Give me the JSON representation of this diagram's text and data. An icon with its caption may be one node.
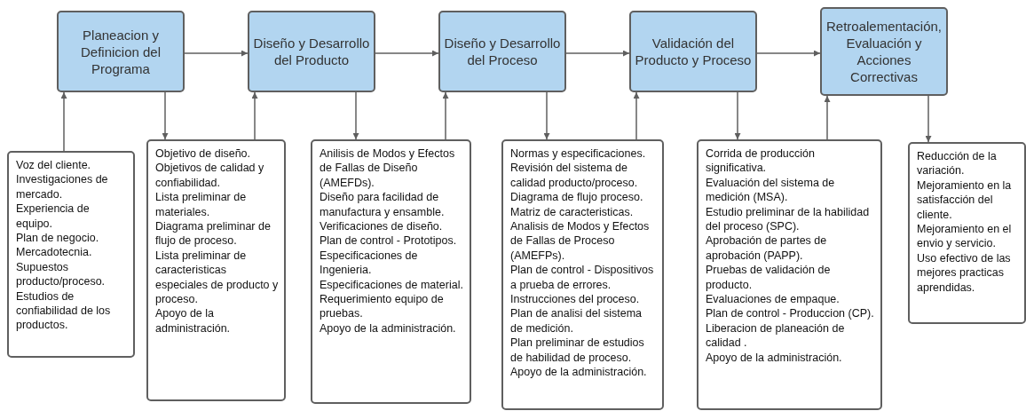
{
  "diagram": {
    "nodes": [
      {
        "text": [
          "Planeacion y Definicion del Programa"
        ]
      },
      {
        "text": [
          "Diseño y Desarrollo del Producto"
        ]
      },
      {
        "text": [
          "Diseño y Desarrollo del Proceso"
        ]
      },
      {
        "text": [
          "Validación del Producto y Proceso"
        ]
      },
      {
        "text": [
          "Retroalementación, Evaluación y Acciones Correctivas"
        ]
      },
      {
        "text": [
          "Voz del cliente.",
          "Investigaciones de mercado.",
          "Experiencia de equipo.",
          "Plan de negocio.",
          "Mercadotecnia.",
          "Supuestos producto/proceso.",
          "Estudios de confiabilidad de los productos."
        ]
      },
      {
        "text": [
          "Objetivo de diseño.",
          "Objetivos de calidad y confiabilidad.",
          "Lista preliminar de materiales.",
          "Diagrama preliminar de flujo de proceso.",
          "Lista preliminar de caracteristicas especiales de producto y proceso.",
          "Apoyo de la administración."
        ]
      },
      {
        "text": [
          "Anilisis de Modos y Efectos de Fallas de Diseño (AMEFDs).",
          "Diseño para facilidad de manufactura y ensamble.",
          "Verificaciones de diseño.",
          "Plan de control - Prototipos.",
          "Especificaciones de Ingenieria.",
          "Especificaciones de material.",
          "Requerimiento equipo de pruebas.",
          "Apoyo de la administración."
        ]
      },
      {
        "text": [
          "Normas y especificaciones.",
          "Revisión del sistema de calidad producto/proceso.",
          "Diagrama de flujo proceso.",
          "Matriz de caracteristicas.",
          "Analisis de Modos y Efectos de Fallas de Proceso (AMEFPs).",
          "Plan de control - Dispositivos a prueba de errores.",
          "Instrucciones del proceso.",
          "Plan de analisi del sistema de medición.",
          "Plan preliminar de estudios de habilidad de proceso.",
          "Apoyo de la administración."
        ]
      },
      {
        "text": [
          "Corrida de producción significativa.",
          "Evaluación del sistema de medición (MSA).",
          "Estudio preliminar de la habilidad del proceso (SPC).",
          "Aprobación de partes de aprobación (PAPP).",
          "Pruebas de validación de producto.",
          "Evaluaciones de empaque.",
          "Plan de control - Produccion (CP).",
          "Liberacion de planeación de calidad .",
          "Apoyo de la administración."
        ]
      },
      {
        "text": [
          "Reducción de la variación.",
          "Mejoramiento en la satisfacción del cliente.",
          "Mejoramiento en el envio y servicio.",
          "Uso efectivo de las mejores practicas aprendidas."
        ]
      }
    ],
    "edges": [
      {
        "from": 0,
        "to": 1,
        "arrow": "to"
      },
      {
        "from": 1,
        "to": 2,
        "arrow": "to"
      },
      {
        "from": 2,
        "to": 3,
        "arrow": "to"
      },
      {
        "from": 3,
        "to": 4,
        "arrow": "to"
      },
      {
        "from": 5,
        "to": 0,
        "arrow": "to"
      },
      {
        "from": 0,
        "to": 6,
        "arrow": "to"
      },
      {
        "from": 6,
        "to": 1,
        "arrow": "to"
      },
      {
        "from": 1,
        "to": 7,
        "arrow": "to"
      },
      {
        "from": 7,
        "to": 2,
        "arrow": "to"
      },
      {
        "from": 2,
        "to": 8,
        "arrow": "to"
      },
      {
        "from": 8,
        "to": 3,
        "arrow": "to"
      },
      {
        "from": 3,
        "to": 9,
        "arrow": "to"
      },
      {
        "from": 9,
        "to": 4,
        "arrow": "to"
      },
      {
        "from": 4,
        "to": 10,
        "arrow": "to"
      }
    ]
  }
}
